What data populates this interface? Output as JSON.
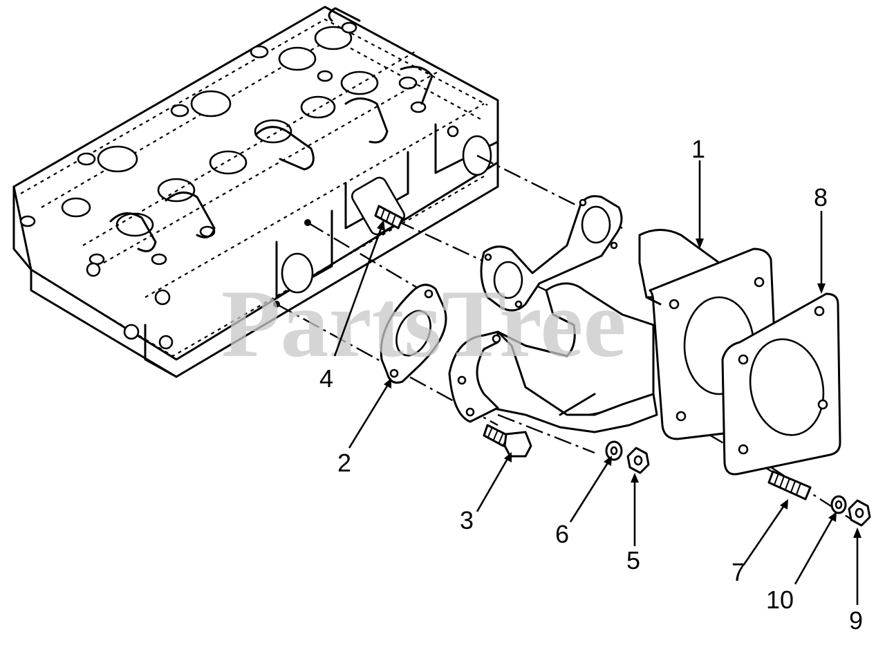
{
  "watermark": {
    "text": "PartsTree",
    "color": "#c8c8c8"
  },
  "callouts": [
    {
      "id": "1",
      "label": "1"
    },
    {
      "id": "2",
      "label": "2"
    },
    {
      "id": "3",
      "label": "3"
    },
    {
      "id": "4",
      "label": "4"
    },
    {
      "id": "5",
      "label": "5"
    },
    {
      "id": "6",
      "label": "6"
    },
    {
      "id": "7",
      "label": "7"
    },
    {
      "id": "8",
      "label": "8"
    },
    {
      "id": "9",
      "label": "9"
    },
    {
      "id": "10",
      "label": "10"
    }
  ]
}
